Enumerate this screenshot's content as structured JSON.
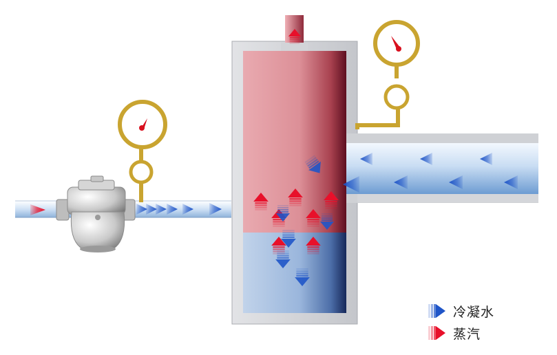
{
  "legend": {
    "condensate": {
      "label": "冷凝水",
      "color": "#1f55c8"
    },
    "steam": {
      "label": "蒸汽",
      "color": "#e8102a"
    }
  },
  "components": {
    "left_gauge": "pressure-gauge-icon",
    "right_gauge": "pressure-gauge-icon",
    "trap": "steam-trap-icon",
    "vessel": "flash-tank"
  }
}
